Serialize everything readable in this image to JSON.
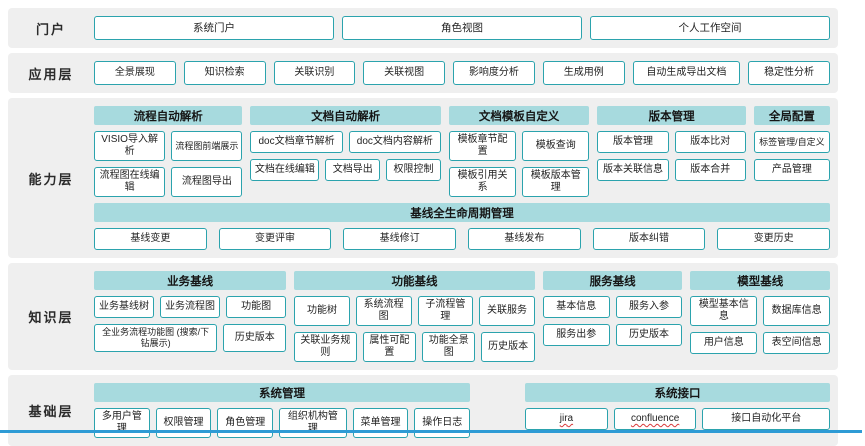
{
  "colors": {
    "header_fill": "#a7dade",
    "box_border": "#2ba3ad",
    "row_bg": "#efefef",
    "accent_line": "#2e9bd5"
  },
  "layers": {
    "portal": {
      "label": "门户",
      "items": [
        "系统门户",
        "角色视图",
        "个人工作空间"
      ]
    },
    "application": {
      "label": "应用层",
      "items": [
        "全景展现",
        "知识检索",
        "关联识别",
        "关联视图",
        "影响度分析",
        "生成用例",
        "自动生成导出文档",
        "稳定性分析"
      ]
    },
    "capability": {
      "label": "能力层",
      "groups": [
        {
          "header": "流程自动解析",
          "rows": [
            [
              "VISIO导入解析",
              "流程图前端展示"
            ],
            [
              "流程图在线编辑",
              "流程图导出"
            ]
          ]
        },
        {
          "header": "文档自动解析",
          "rows": [
            [
              "doc文档章节解析",
              "doc文档内容解析"
            ],
            [
              "文档在线编辑",
              "文档导出",
              "权限控制"
            ]
          ]
        },
        {
          "header": "文档模板自定义",
          "rows": [
            [
              "模板章节配置",
              "模板查询"
            ],
            [
              "模板引用关系",
              "模板版本管理"
            ]
          ]
        },
        {
          "header": "版本管理",
          "rows": [
            [
              "版本管理",
              "版本比对"
            ],
            [
              "版本关联信息",
              "版本合并"
            ]
          ]
        },
        {
          "header": "全局配置",
          "rows": [
            [
              "标签管理/自定义"
            ],
            [
              "产品管理"
            ]
          ]
        }
      ],
      "baseline": {
        "header": "基线全生命周期管理",
        "items": [
          "基线变更",
          "变更评审",
          "基线修订",
          "基线发布",
          "版本纠错",
          "变更历史"
        ]
      }
    },
    "knowledge": {
      "label": "知识层",
      "groups": [
        {
          "header": "业务基线",
          "rows": [
            [
              "业务基线树",
              "业务流程图",
              "功能图"
            ],
            [
              "全业务流程功能图 (搜索/下钻展示)",
              "历史版本"
            ]
          ]
        },
        {
          "header": "功能基线",
          "rows": [
            [
              "功能树",
              "系统流程图",
              "子流程管理",
              "关联服务"
            ],
            [
              "关联业务规则",
              "属性可配置",
              "功能全景图",
              "历史版本"
            ]
          ]
        },
        {
          "header": "服务基线",
          "rows": [
            [
              "基本信息",
              "服务入参"
            ],
            [
              "服务出参",
              "历史版本"
            ]
          ]
        },
        {
          "header": "模型基线",
          "rows": [
            [
              "模型基本信息",
              "数据库信息"
            ],
            [
              "用户信息",
              "表空间信息"
            ]
          ]
        }
      ]
    },
    "foundation": {
      "label": "基础层",
      "groups": [
        {
          "header": "系统管理",
          "items": [
            "多用户管理",
            "权限管理",
            "角色管理",
            "组织机构管理",
            "菜单管理",
            "操作日志"
          ]
        },
        {
          "header": "系统接口",
          "items": [
            "jira",
            "confluence",
            "接口自动化平台"
          ]
        }
      ]
    }
  }
}
